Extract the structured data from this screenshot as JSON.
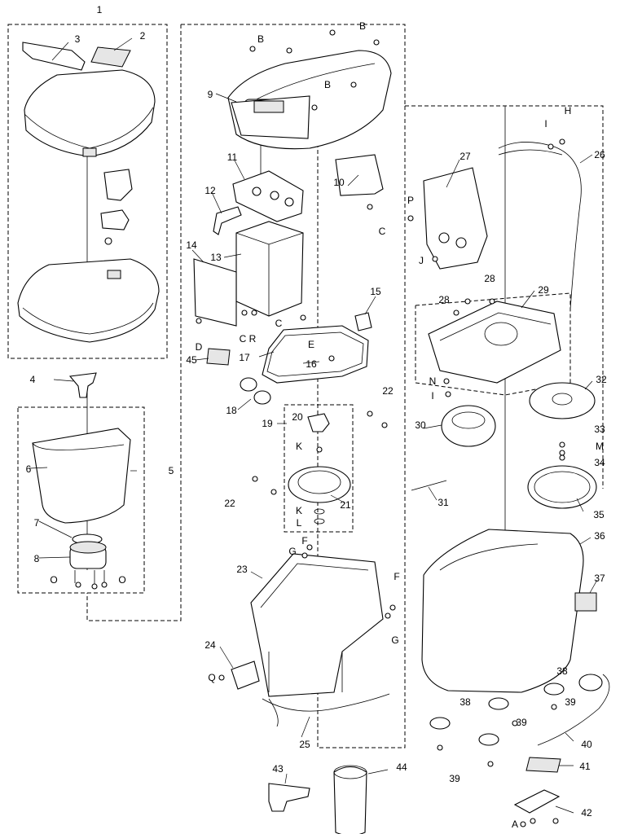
{
  "callouts": {
    "n1": "1",
    "n2": "2",
    "n3": "3",
    "n4": "4",
    "n5": "5",
    "n6": "6",
    "n7": "7",
    "n8": "8",
    "n9": "9",
    "n10": "10",
    "n11": "11",
    "n12": "12",
    "n13": "13",
    "n14": "14",
    "n15": "15",
    "n16": "16",
    "n17": "17",
    "n18": "18",
    "n19": "19",
    "n20": "20",
    "n21": "21",
    "n22a": "22",
    "n22b": "22",
    "n23": "23",
    "n24": "24",
    "n25": "25",
    "n26": "26",
    "n27": "27",
    "n28a": "28",
    "n28b": "28",
    "n29": "29",
    "n30": "30",
    "n31": "31",
    "n32": "32",
    "n33": "33",
    "n34": "34",
    "n35": "35",
    "n36": "36",
    "n37": "37",
    "n38a": "38",
    "n38b": "38",
    "n39a": "39",
    "n39b": "39",
    "n40": "40",
    "n41": "41",
    "n42": "42",
    "n43": "43",
    "n44": "44",
    "n45": "45",
    "A": "A",
    "B1": "B",
    "B2": "B",
    "B3": "B",
    "C1": "C",
    "C2": "C",
    "C3": "C",
    "D": "D",
    "E": "E",
    "F1": "F",
    "F2": "F",
    "G1": "G",
    "G2": "G",
    "H": "H",
    "I1": "I",
    "I2": "I",
    "J": "J",
    "K1": "K",
    "K2": "K",
    "L": "L",
    "M": "M",
    "N": "N",
    "O1": "O",
    "O2": "O",
    "P": "P",
    "Q": "Q",
    "R": "R"
  }
}
